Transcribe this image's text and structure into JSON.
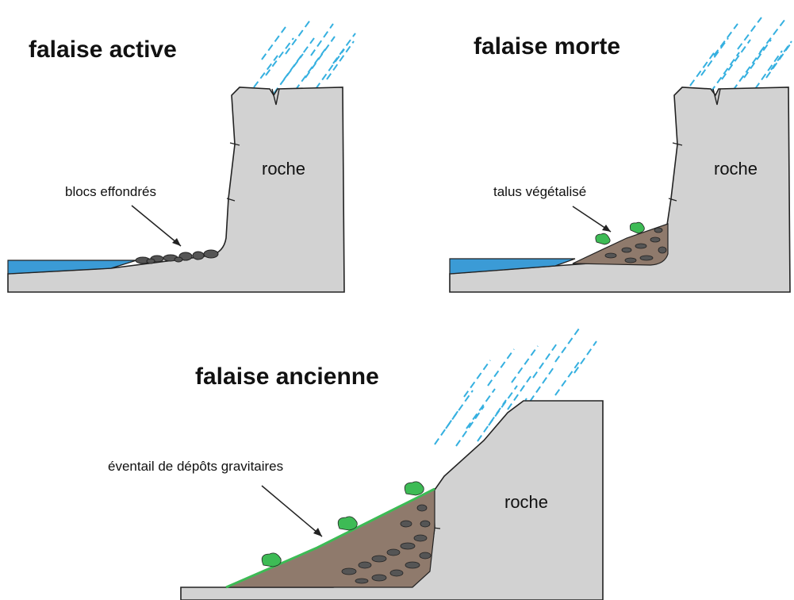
{
  "panels": [
    {
      "title": "falaise active",
      "rock_label": "roche",
      "annotation": "blocs effondrés"
    },
    {
      "title": "falaise morte",
      "rock_label": "roche",
      "annotation": "talus végétalisé"
    },
    {
      "title": "falaise ancienne",
      "rock_label": "roche",
      "annotation": "éventail de dépôts gravitaires"
    }
  ],
  "colors": {
    "rock": "#d2d2d2",
    "outline": "#222222",
    "water": "#3b9bd6",
    "rain": "#35b0e0",
    "vegetation": "#3dbb55",
    "deposit": "#8f7a6c",
    "boulder": "#555555"
  }
}
